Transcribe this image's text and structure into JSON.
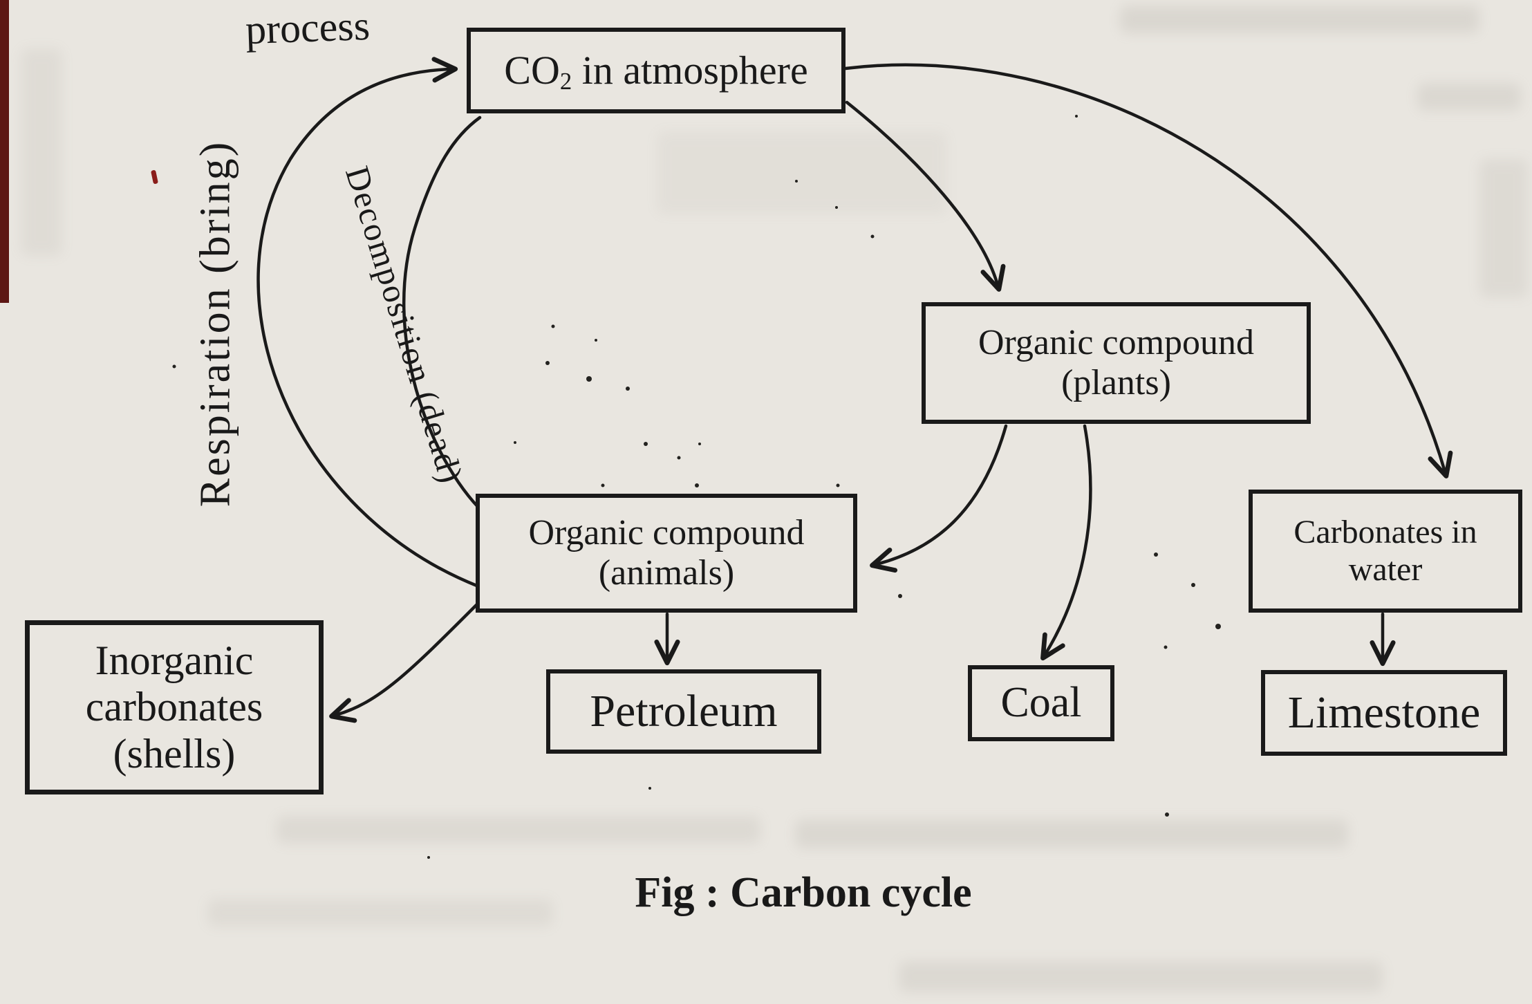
{
  "figure": {
    "caption": "Fig : Carbon cycle"
  },
  "edge_labels": {
    "process": "process",
    "respiration": "Respiration (bring)",
    "decomposition": "Decomposition (dead)"
  },
  "nodes": {
    "co2_atmosphere": {
      "prefix": "CO",
      "subscript": "2",
      "suffix": " in atmosphere"
    },
    "organic_plants": {
      "line1": "Organic compound",
      "line2": "(plants)"
    },
    "organic_animals": {
      "line1": "Organic compound",
      "line2": "(animals)"
    },
    "carbonates_water": {
      "line1": "Carbonates in",
      "line2": "water"
    },
    "inorganic_carbonates": {
      "line1": "Inorganic",
      "line2": "carbonates",
      "line3": "(shells)"
    },
    "petroleum": {
      "label": "Petroleum"
    },
    "coal": {
      "label": "Coal"
    },
    "limestone": {
      "label": "Limestone"
    }
  },
  "edges": [
    {
      "from": "organic_animals",
      "to": "co2_atmosphere",
      "label": "Respiration (bring)"
    },
    {
      "from": "organic_animals",
      "to": "co2_atmosphere",
      "label": "Decomposition (dead)"
    },
    {
      "from": "co2_atmosphere",
      "to": "organic_plants"
    },
    {
      "from": "co2_atmosphere",
      "to": "carbonates_water"
    },
    {
      "from": "organic_plants",
      "to": "organic_animals"
    },
    {
      "from": "organic_plants",
      "to": "coal"
    },
    {
      "from": "organic_animals",
      "to": "petroleum"
    },
    {
      "from": "organic_animals",
      "to": "inorganic_carbonates"
    },
    {
      "from": "carbonates_water",
      "to": "limestone"
    }
  ],
  "colors": {
    "paper": "#e9e6e0",
    "ink": "#1a1a1a",
    "red_mark": "#5d1714"
  }
}
